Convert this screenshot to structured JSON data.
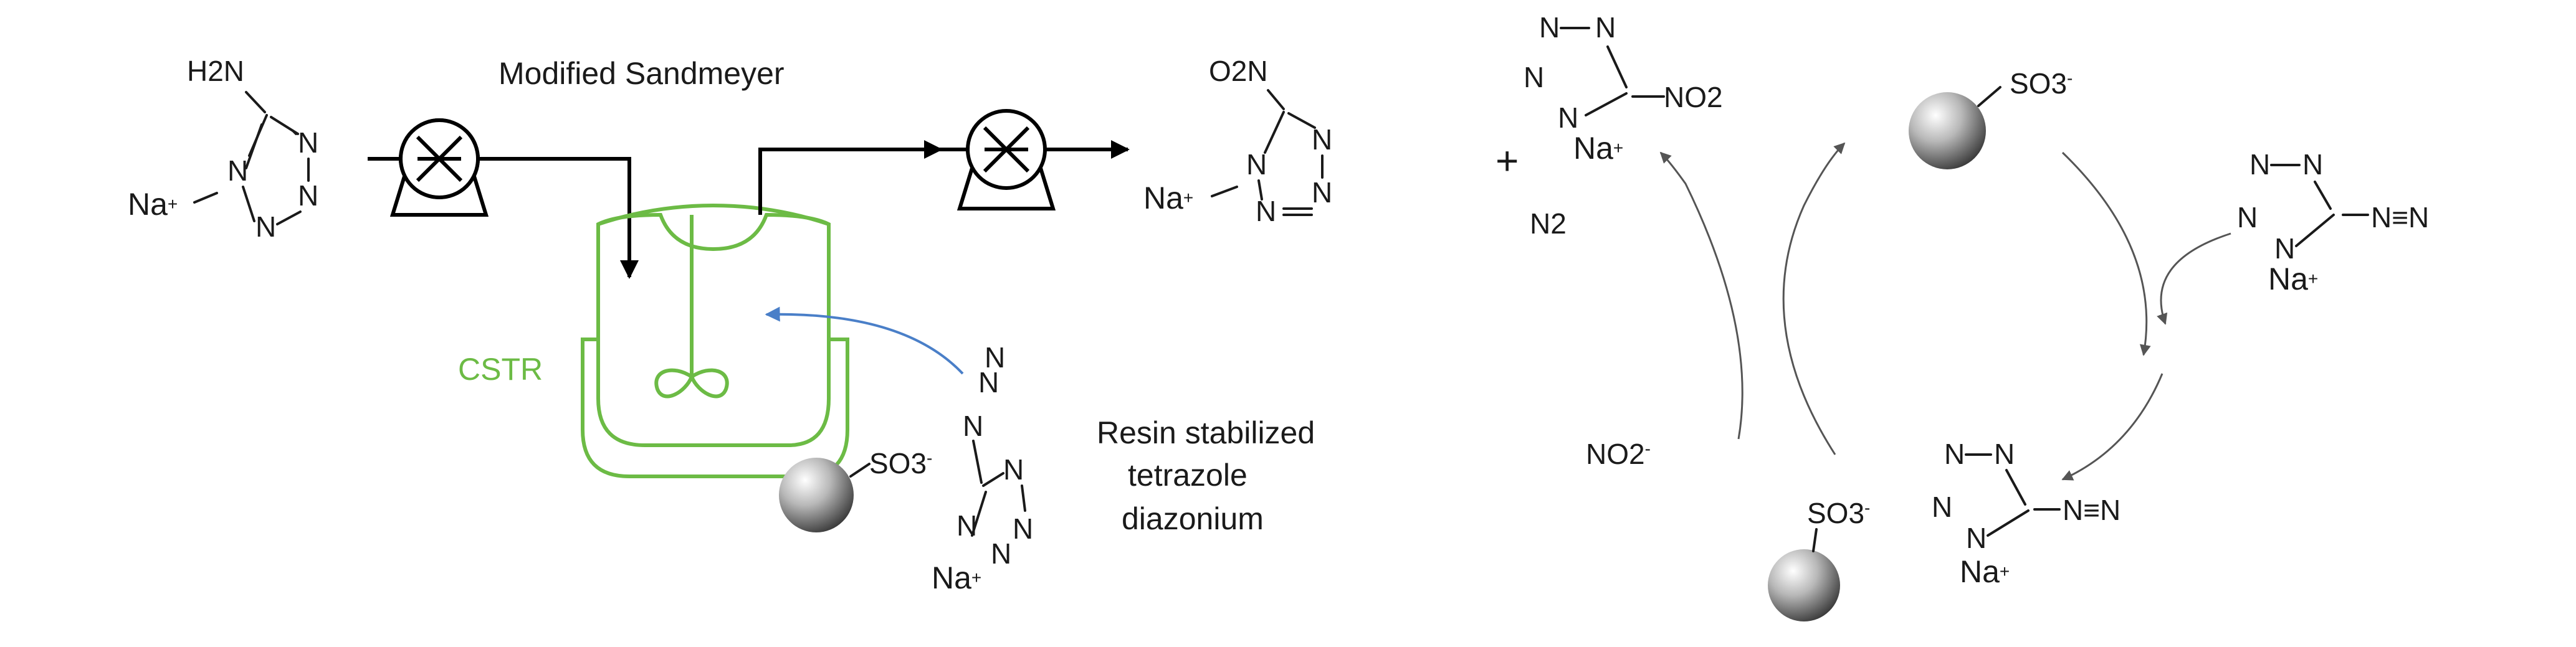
{
  "labels": {
    "modified_sandmeyer": "Modified Sandmeyer",
    "cstr": "CSTR",
    "resin_line1": "Resin stabilized",
    "resin_line2": "tetrazole",
    "resin_line3": "diazonium"
  },
  "chem": {
    "na": "Na",
    "na_plus": "Na+",
    "n": "N",
    "h2n": "H2N",
    "o2n": "O2N",
    "no2": "NO2",
    "so3": "SO3",
    "n2": "N2",
    "no2_minus": "NO2",
    "plus_sign": "+",
    "minus_sign": "-",
    "n_triple": "N≡N"
  },
  "colors": {
    "cstr_green": "#6cbb45",
    "resin_arrow_blue": "#4a7fc8",
    "bead_gray": "#9a9a9a"
  }
}
